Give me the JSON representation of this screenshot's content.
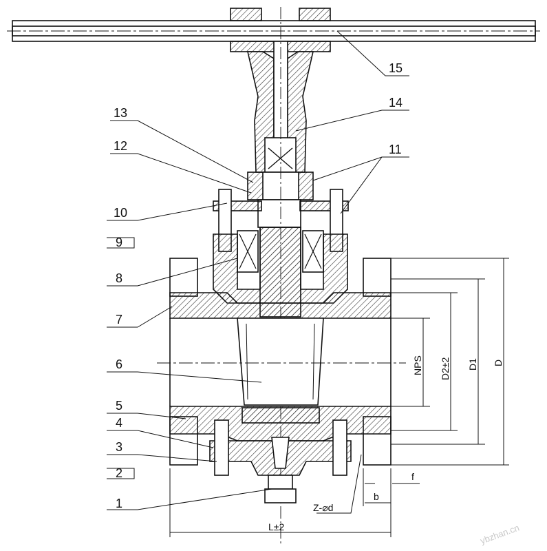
{
  "part_labels": [
    {
      "id": "15",
      "text": "15"
    },
    {
      "id": "14",
      "text": "14"
    },
    {
      "id": "13",
      "text": "13"
    },
    {
      "id": "12",
      "text": "12"
    },
    {
      "id": "11",
      "text": "11"
    },
    {
      "id": "10",
      "text": "10"
    },
    {
      "id": "9",
      "text": "9"
    },
    {
      "id": "8",
      "text": "8"
    },
    {
      "id": "7",
      "text": "7"
    },
    {
      "id": "6",
      "text": "6"
    },
    {
      "id": "5",
      "text": "5"
    },
    {
      "id": "4",
      "text": "4"
    },
    {
      "id": "3",
      "text": "3"
    },
    {
      "id": "2",
      "text": "2"
    },
    {
      "id": "1",
      "text": "1"
    }
  ],
  "dimensions": {
    "length": "L±2",
    "nps": "NPS",
    "d2": "D2±2",
    "d1": "D1",
    "d": "D",
    "f": "f",
    "b": "b",
    "bolt_holes": "Z-⌀d"
  },
  "watermark": "ybzhan.cn",
  "colors": {
    "line": "#111111",
    "hatch": "#333333",
    "background": "#ffffff"
  }
}
